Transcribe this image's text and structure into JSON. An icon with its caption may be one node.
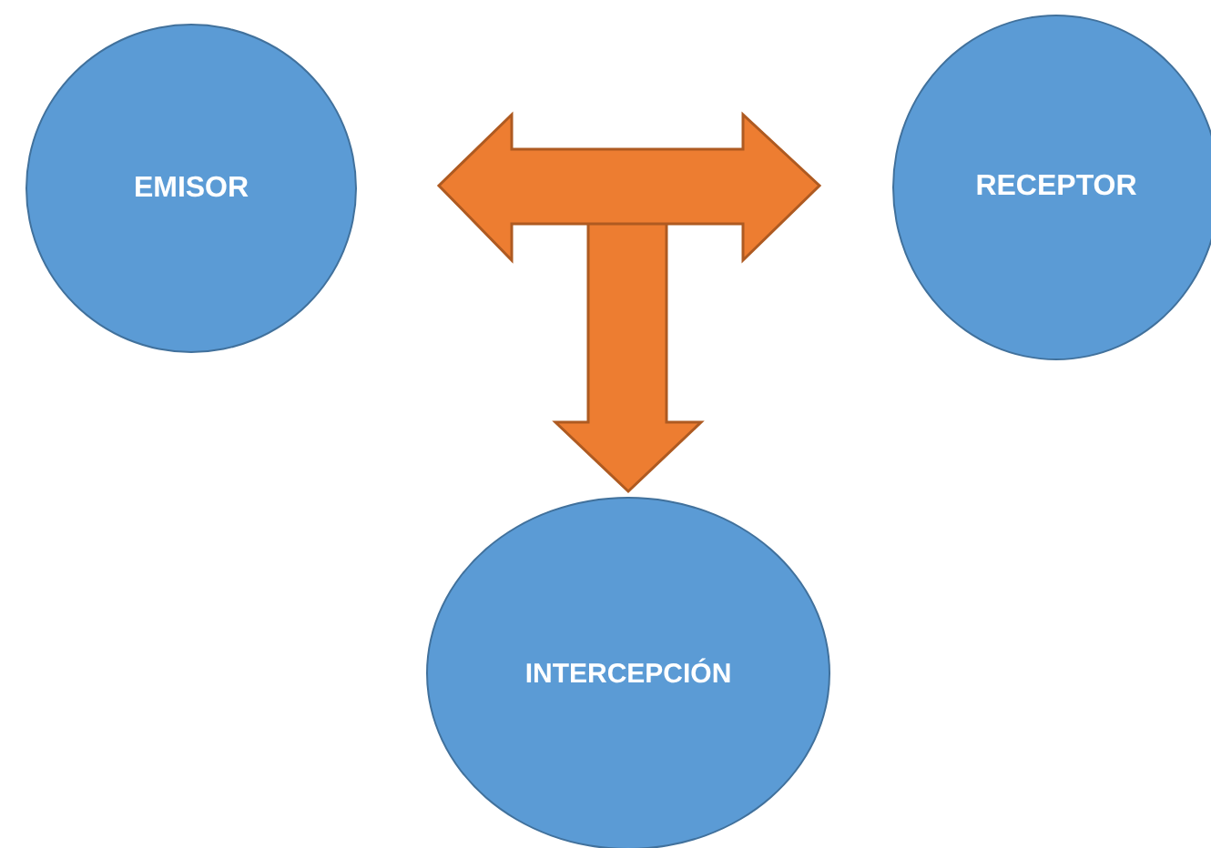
{
  "diagram": {
    "nodes": [
      {
        "text": [
          "EMISOR"
        ]
      },
      {
        "text": [
          "RECEPTOR"
        ]
      },
      {
        "text": [
          "INTERCEPCIÓN"
        ]
      }
    ],
    "edges": [
      {
        "from": 0,
        "to": 1,
        "arrow": "both",
        "style": "thick"
      },
      {
        "from": null,
        "to": 2,
        "arrow": "to",
        "style": "thick"
      }
    ]
  }
}
